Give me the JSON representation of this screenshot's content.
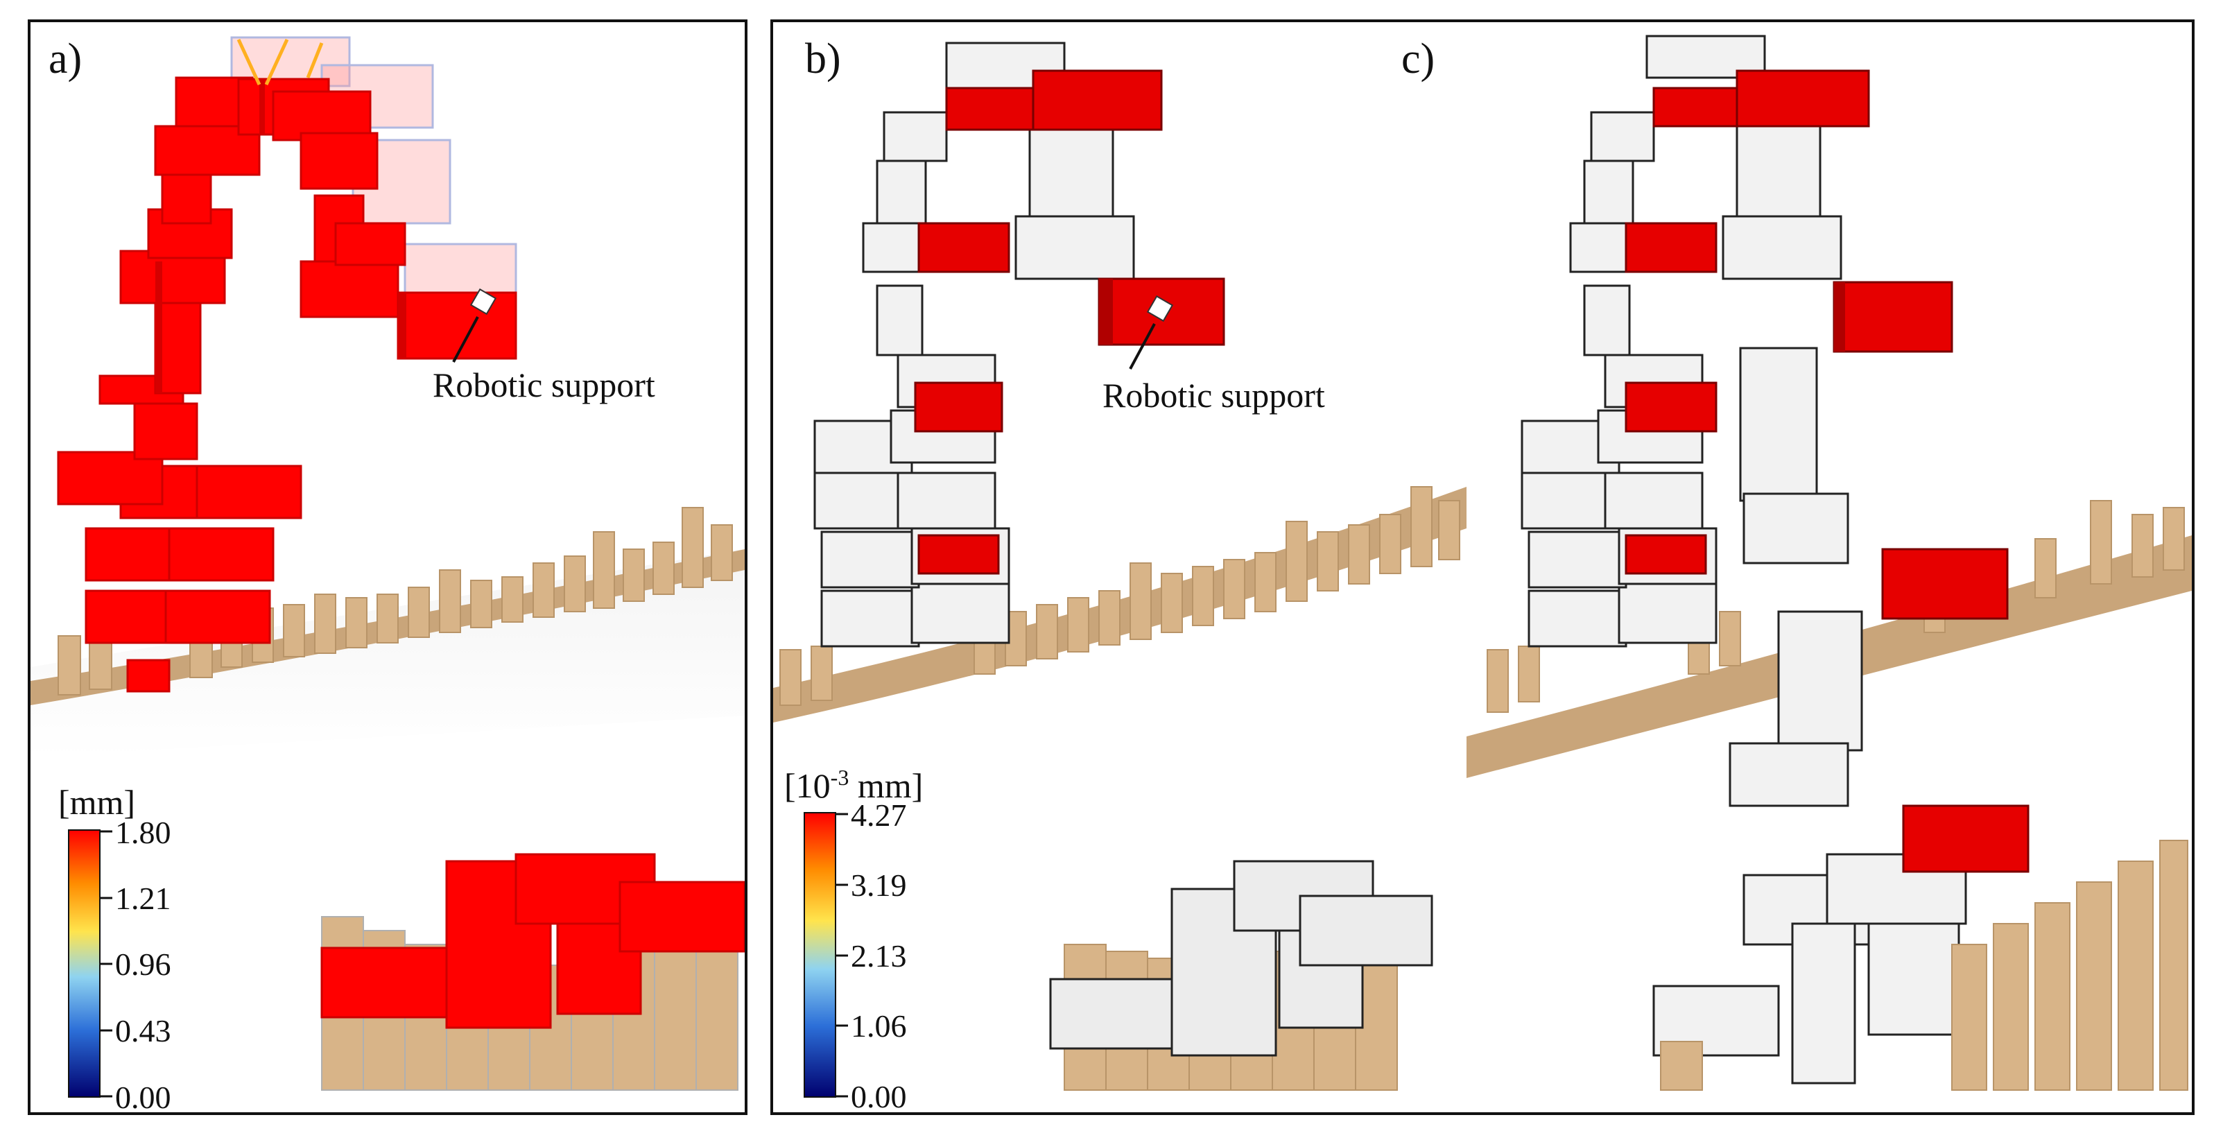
{
  "figure": {
    "panels": [
      {
        "id": "a",
        "label": "a)",
        "annotation": "Robotic support",
        "colorbar": {
          "unit": "[mm]",
          "ticks": [
            "1.80",
            "1.21",
            "0.96",
            "0.43",
            "0.00"
          ],
          "colors": [
            "#ff0000",
            "#ff8c00",
            "#ffe44d",
            "#8fd3f0",
            "#2c6fd8",
            "#00006e"
          ]
        },
        "block_color": "#ff0000"
      },
      {
        "id": "b",
        "label": "b)",
        "annotation": "Robotic support",
        "colorbar": {
          "unit_prefix": "[10",
          "unit_exp": "-3",
          "unit_suffix": " mm]",
          "ticks": [
            "4.27",
            "3.19",
            "2.13",
            "1.06",
            "0.00"
          ],
          "colors": [
            "#ff0000",
            "#ff8c00",
            "#ffe44d",
            "#8fd3f0",
            "#2c6fd8",
            "#00006e"
          ]
        },
        "block_color": "#f2f2f2",
        "highlight_color": "#e60000"
      },
      {
        "id": "c",
        "label": "c)"
      }
    ],
    "floor_color": "#d8b488"
  }
}
